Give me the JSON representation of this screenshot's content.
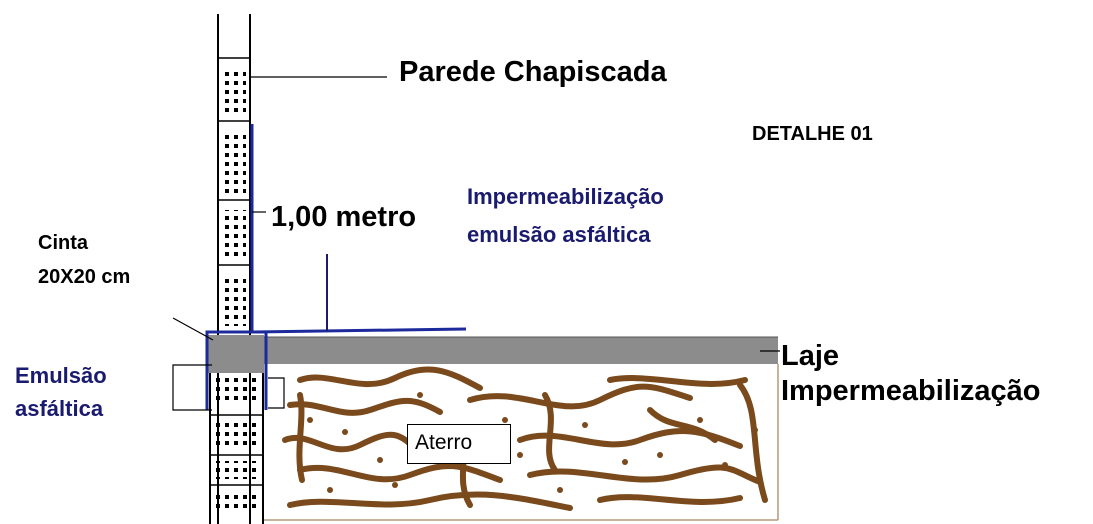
{
  "title": "DETALHE 01",
  "labels": {
    "wall": "Parede Chapiscada",
    "height": "1,00 metro",
    "waterproofing_line1": "Impermeabilização",
    "waterproofing_line2": "emulsão asfáltica",
    "beam_line1": "Cinta",
    "beam_line2": "20X20 cm",
    "emulsion_line1": "Emulsão",
    "emulsion_line2": "asfáltica",
    "slab_line1": "Laje",
    "slab_line2": "Impermeabilização",
    "fill": "Aterro"
  },
  "colors": {
    "annotation_blue": "#1a1a6e",
    "membrane_blue": "#1c2a9c",
    "concrete_gray": "#8c8c8c",
    "fill_brown": "#7a4a1c",
    "slab_border": "#b49a78"
  }
}
